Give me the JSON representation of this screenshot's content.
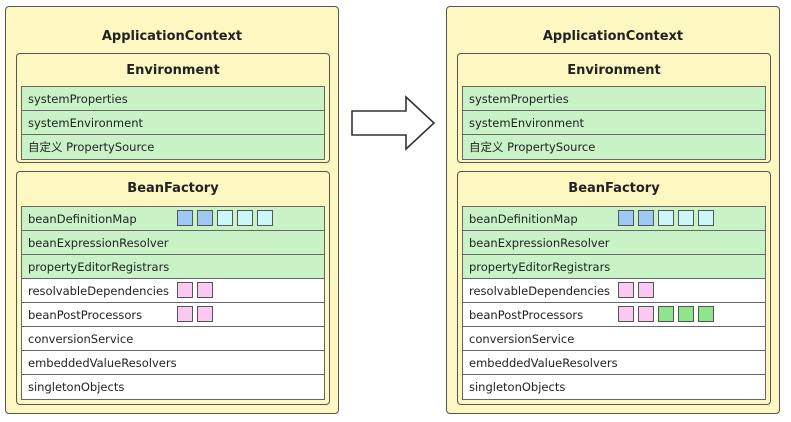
{
  "colors": {
    "panel": "#fdf7c2",
    "row_green": "#c9f2c7",
    "row_white": "#ffffff",
    "square_blue": "#9ec9f5",
    "square_cyan": "#ccf7f9",
    "square_pink": "#fbc8f2",
    "square_green": "#8ee58c"
  },
  "left": {
    "title": "ApplicationContext",
    "environment": {
      "title": "Environment",
      "rows": [
        {
          "label": "systemProperties",
          "bg": "green"
        },
        {
          "label": "systemEnvironment",
          "bg": "green"
        },
        {
          "label": "自定义 PropertySource",
          "bg": "green"
        }
      ]
    },
    "beanfactory": {
      "title": "BeanFactory",
      "rows": [
        {
          "label": "beanDefinitionMap",
          "bg": "green",
          "squares": [
            "blue",
            "blue",
            "cyan",
            "cyan",
            "cyan"
          ]
        },
        {
          "label": "beanExpressionResolver",
          "bg": "green",
          "squares": []
        },
        {
          "label": "propertyEditorRegistrars",
          "bg": "green",
          "squares": []
        },
        {
          "label": "resolvableDependencies",
          "bg": "white",
          "squares": [
            "pink",
            "pink"
          ]
        },
        {
          "label": "beanPostProcessors",
          "bg": "white",
          "squares": [
            "pink",
            "pink"
          ]
        },
        {
          "label": "conversionService",
          "bg": "white",
          "squares": []
        },
        {
          "label": "embeddedValueResolvers",
          "bg": "white",
          "squares": []
        },
        {
          "label": "singletonObjects",
          "bg": "white",
          "squares": []
        }
      ]
    }
  },
  "right": {
    "title": "ApplicationContext",
    "environment": {
      "title": "Environment",
      "rows": [
        {
          "label": "systemProperties",
          "bg": "green"
        },
        {
          "label": "systemEnvironment",
          "bg": "green"
        },
        {
          "label": "自定义 PropertySource",
          "bg": "green"
        }
      ]
    },
    "beanfactory": {
      "title": "BeanFactory",
      "rows": [
        {
          "label": "beanDefinitionMap",
          "bg": "green",
          "squares": [
            "blue",
            "blue",
            "cyan",
            "cyan",
            "cyan"
          ]
        },
        {
          "label": "beanExpressionResolver",
          "bg": "green",
          "squares": []
        },
        {
          "label": "propertyEditorRegistrars",
          "bg": "green",
          "squares": []
        },
        {
          "label": "resolvableDependencies",
          "bg": "white",
          "squares": [
            "pink",
            "pink"
          ]
        },
        {
          "label": "beanPostProcessors",
          "bg": "white",
          "squares": [
            "pink",
            "pink",
            "green",
            "green",
            "green"
          ]
        },
        {
          "label": "conversionService",
          "bg": "white",
          "squares": []
        },
        {
          "label": "embeddedValueResolvers",
          "bg": "white",
          "squares": []
        },
        {
          "label": "singletonObjects",
          "bg": "white",
          "squares": []
        }
      ]
    }
  },
  "arrow_icon": "right-arrow-icon"
}
